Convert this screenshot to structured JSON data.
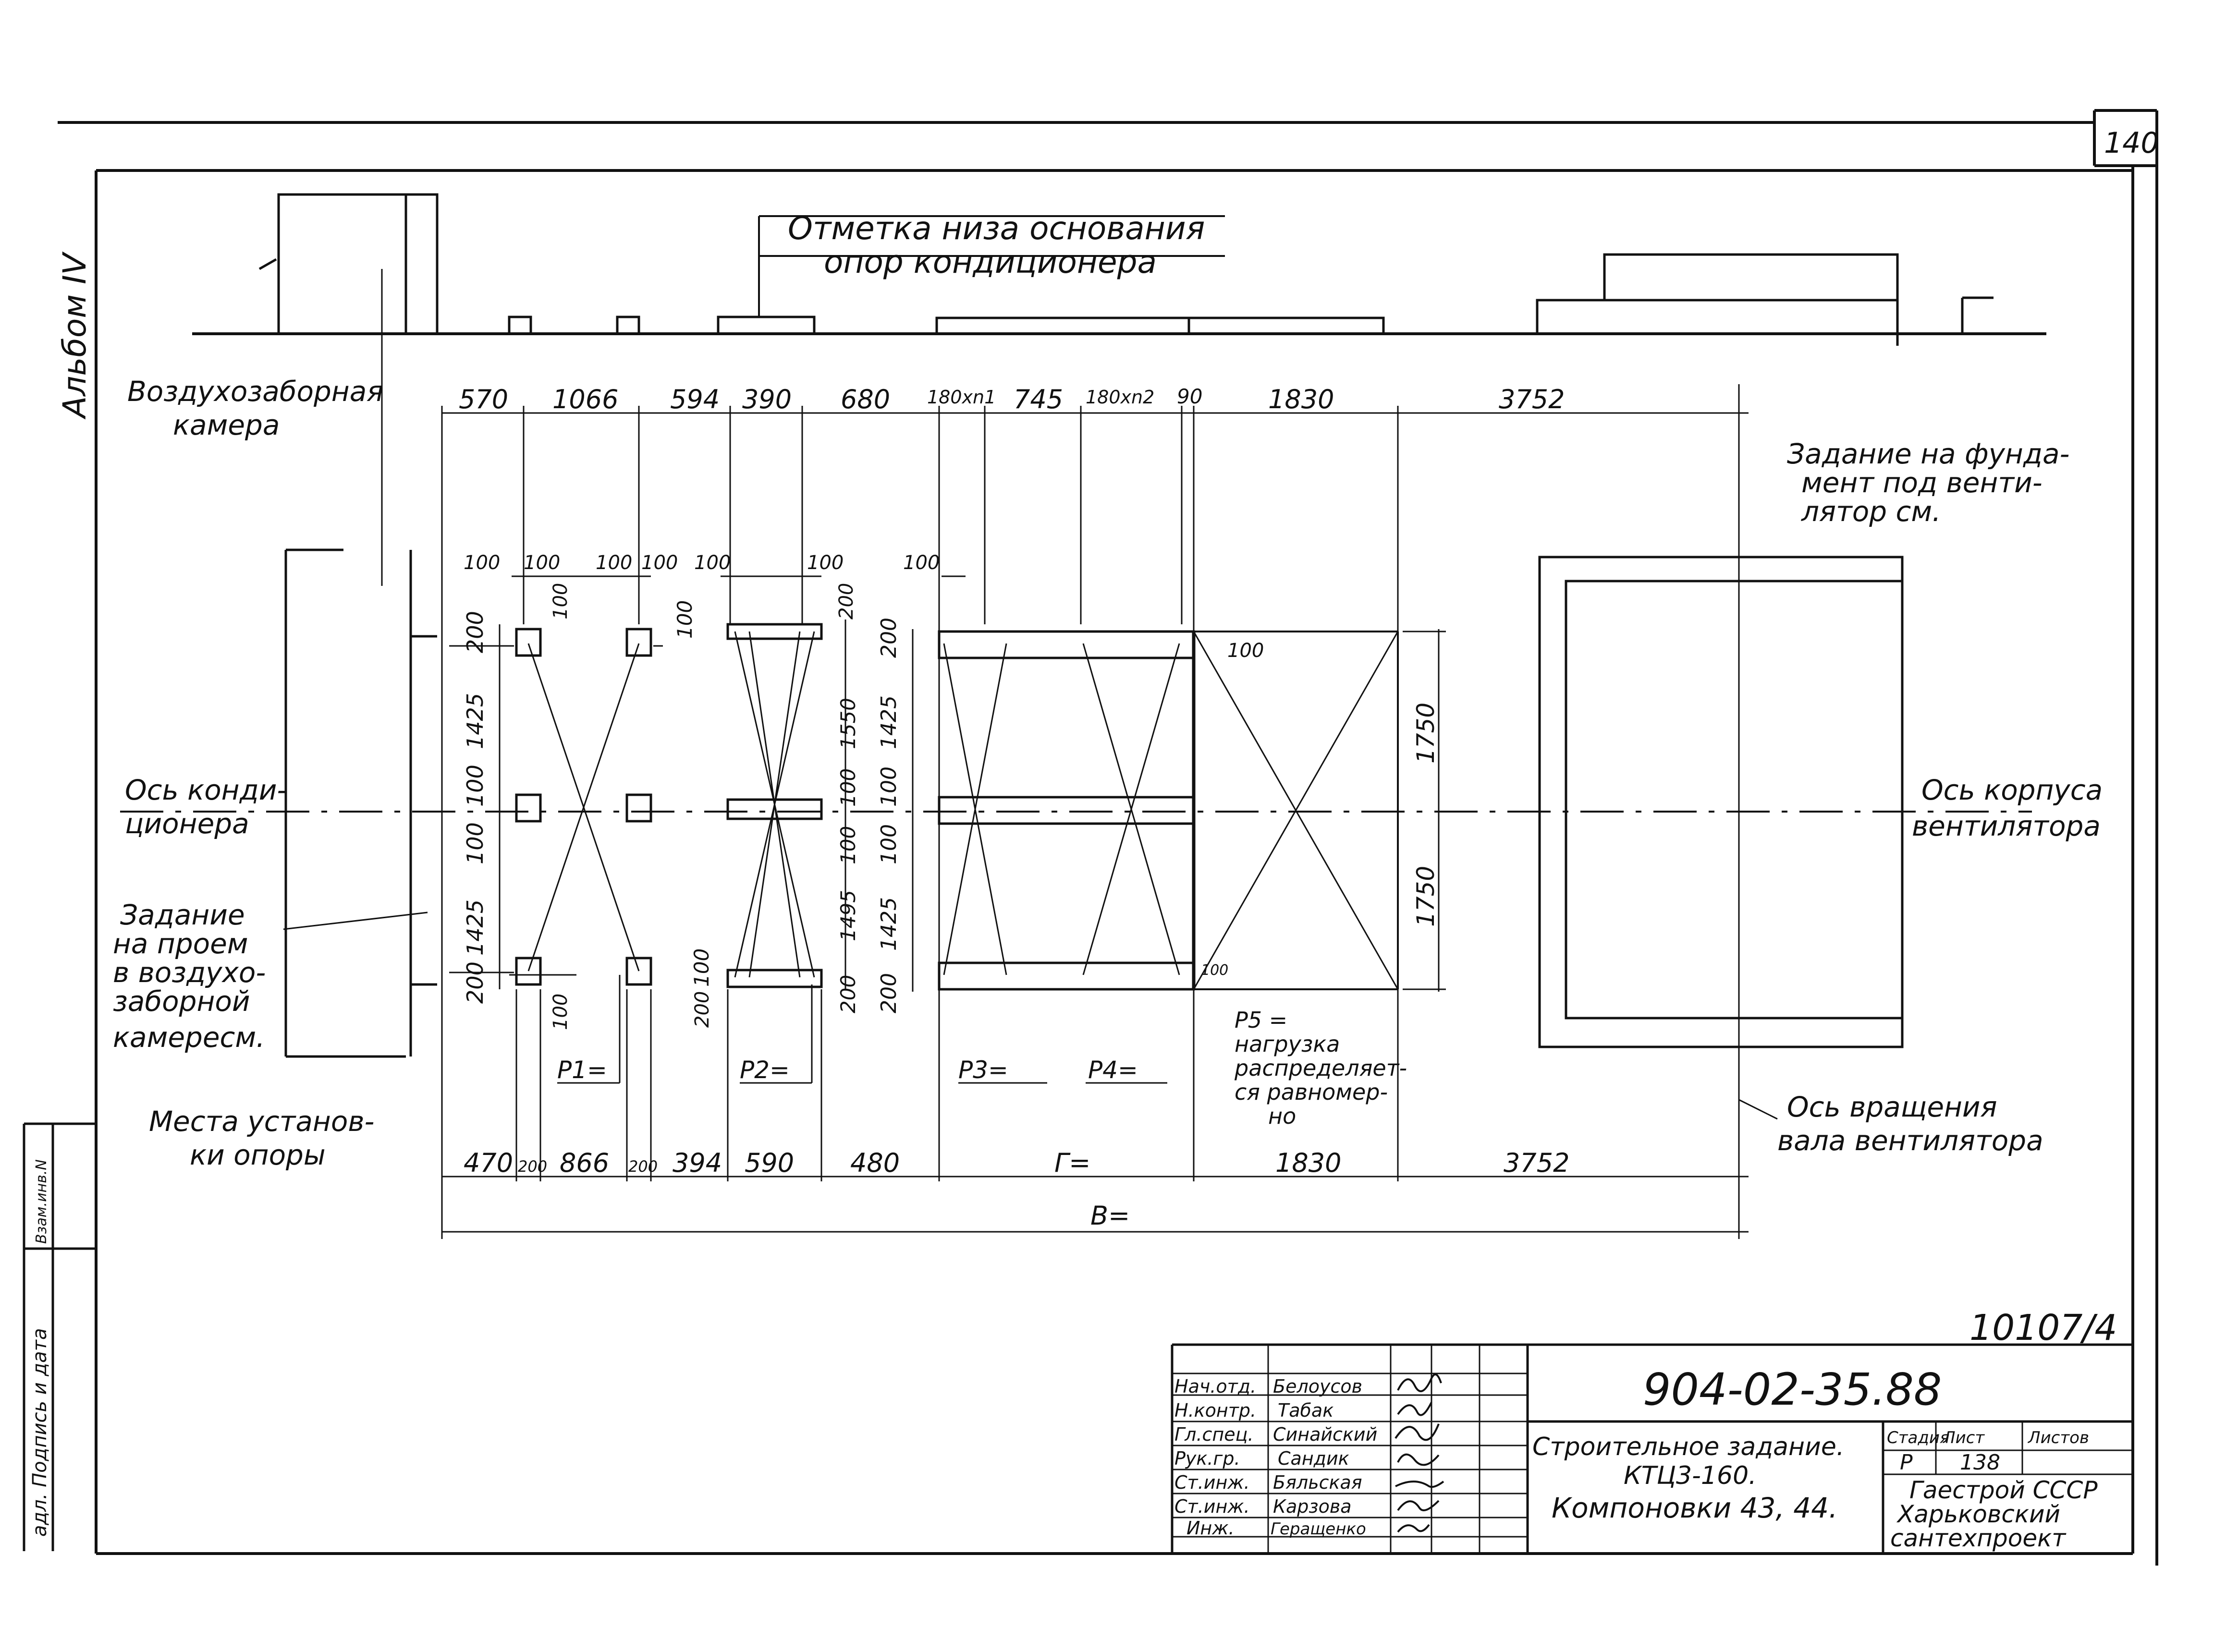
{
  "sheet": {
    "page_number": "140",
    "album": "Альбом IV",
    "doc_id": "10107/4",
    "side_stamp": [
      "адл. Подпись и дата",
      "Взам.инв.N"
    ]
  },
  "elevation": {
    "callout": [
      "Отметка низа основания",
      "опор кондиционера"
    ]
  },
  "labels": {
    "air_intake": [
      "Воздухозаборная",
      "камера"
    ],
    "conditioner_axis": [
      "Ось конди-",
      "ционера"
    ],
    "opening_task": [
      "Задание",
      "на проем",
      "в воздухо-",
      "заборной",
      "камересм."
    ],
    "support_places": [
      "Места установ-",
      "ки опоры"
    ],
    "foundation_task": [
      "Задание на фунда-",
      "мент под венти-",
      "лятор  см."
    ],
    "fan_body_axis": [
      "Ось корпуса",
      "вентилятора"
    ],
    "fan_shaft_axis": [
      "Ось вращения",
      "вала вентилятора"
    ],
    "p5_note": [
      "P5 =",
      "нагрузка",
      "распределяет-",
      "ся равномер-",
      "но"
    ]
  },
  "loads": [
    "P1=",
    "P2=",
    "P3=",
    "P4="
  ],
  "dims": {
    "top": [
      "570",
      "1066",
      "594",
      "390",
      "680",
      "180xn1",
      "745",
      "180xn2",
      "90",
      "1830",
      "3752"
    ],
    "bottom": [
      "470",
      "200",
      "866",
      "200",
      "394",
      "590",
      "480",
      "Г=",
      "1830",
      "3752"
    ],
    "overall": "В=",
    "small": [
      "100",
      "100",
      "100",
      "100",
      "100",
      "100",
      "100",
      "100",
      "200",
      "100",
      "200"
    ],
    "left_vertical": [
      "200",
      "1425",
      "100",
      "100",
      "1425",
      "200"
    ],
    "g2_vertical": [
      "100",
      "1550",
      "100",
      "100",
      "1495",
      "200",
      "100"
    ],
    "g3_vertical": [
      "200",
      "1425",
      "100",
      "100",
      "1425",
      "200"
    ],
    "right_vertical": [
      "1750",
      "1750"
    ],
    "extra": [
      "100",
      "100"
    ]
  },
  "title_block": {
    "code": "904-02-35.88",
    "name": [
      "Строительное задание.",
      "КТЦ3-160.",
      "Компоновки 43, 44."
    ],
    "stage_headers": [
      "Стадия",
      "Лист",
      "Листов"
    ],
    "stage_values": [
      "Р",
      "138",
      ""
    ],
    "org": [
      "Гаестрой СССР",
      "Харьковский",
      "сантехпроект"
    ],
    "staff": [
      {
        "role": "Нач.отд.",
        "name": "Белоусов"
      },
      {
        "role": "Н.контр.",
        "name": "Табак"
      },
      {
        "role": "Гл.спец.",
        "name": "Синайский"
      },
      {
        "role": "Рук.гр.",
        "name": "Сандик"
      },
      {
        "role": "Ст.инж.",
        "name": "Бяльская"
      },
      {
        "role": "Ст.инж.",
        "name": "Карзова"
      },
      {
        "role": "Инж.",
        "name": "Геращенко"
      }
    ]
  }
}
